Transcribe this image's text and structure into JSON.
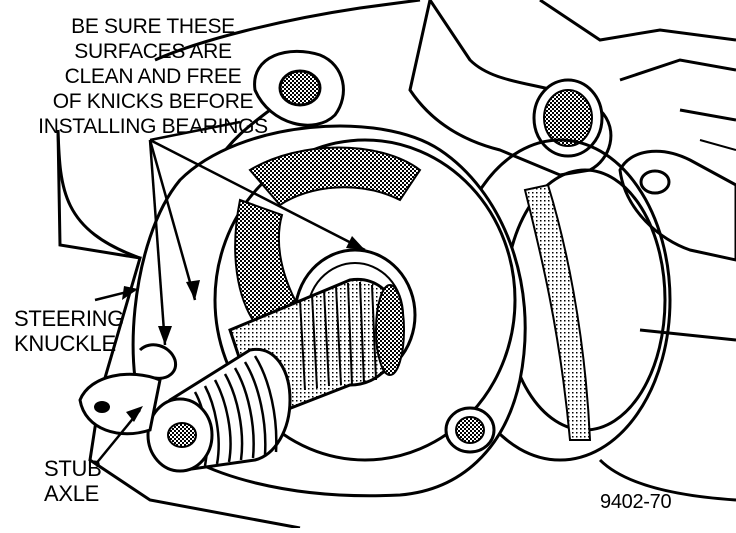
{
  "labels": {
    "note": [
      "BE SURE THESE",
      "SURFACES ARE",
      "CLEAN AND FREE",
      "OF KNICKS BEFORE",
      "INSTALLING BEARINGS"
    ],
    "steering_knuckle": [
      "STEERING",
      "KNUCKLE"
    ],
    "stub_axle": [
      "STUB",
      "AXLE"
    ],
    "figure_number": "9402-70"
  },
  "colors": {
    "ink": "#000000",
    "shade": "#555555",
    "paper": "#ffffff"
  }
}
